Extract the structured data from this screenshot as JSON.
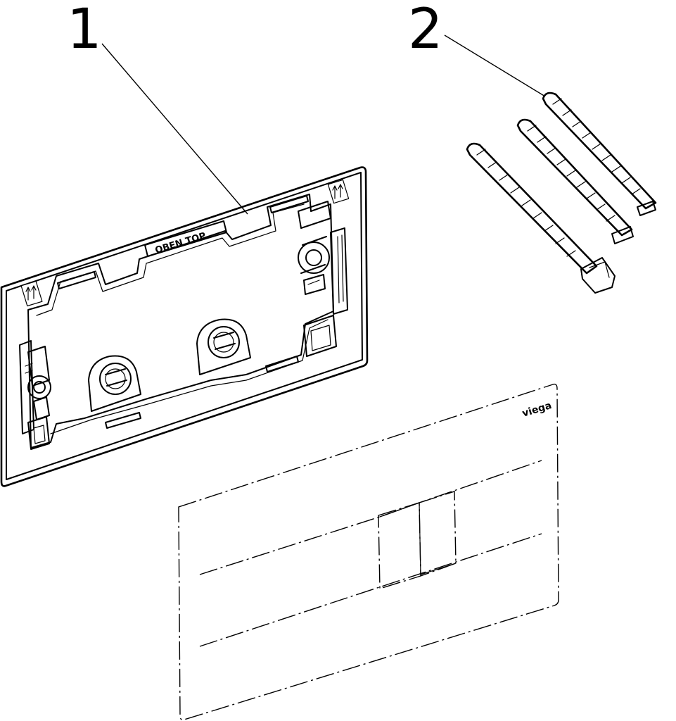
{
  "callouts": {
    "part1": "1",
    "part2": "2"
  },
  "frame": {
    "top_label": "OBEN TOP"
  },
  "plate": {
    "brand": "viega"
  },
  "colors": {
    "ink": "#000000",
    "paper": "#ffffff"
  }
}
